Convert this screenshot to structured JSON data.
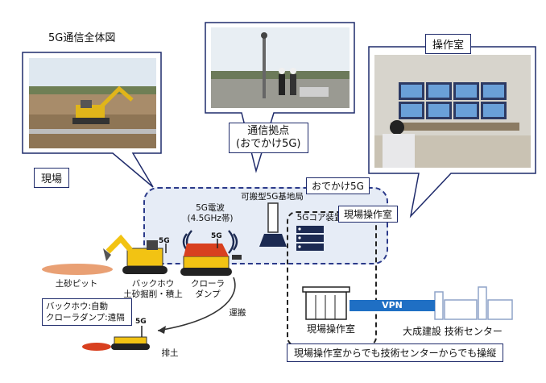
{
  "title": "5G通信全体図",
  "callouts": {
    "site": "現場",
    "hub": "通信拠点\n(おでかけ5G)",
    "control_room": "操作室"
  },
  "network": {
    "radio_label": "5G電波\n(4.5GHz帯)",
    "base_station": "可搬型5G基地局",
    "odekake": "おでかけ5G",
    "core": "5Gコア装置",
    "site_control_box": "現場操作室",
    "badge_5g": "5G"
  },
  "machines": {
    "soil_pit": "土砂ピット",
    "backhoe": "バックホウ\n土砂掘削・積上",
    "crawler": "クローラ\nダンプ",
    "transport": "運搬",
    "dump": "排土"
  },
  "mode_box": "バックホウ:自動\nクローラダンプ:遠隔",
  "facility": {
    "site_room": "現場操作室",
    "vpn": "VPN",
    "center": "大成建設 技術センター"
  },
  "bottom_note": "現場操作室からでも技術センターからでも操縦",
  "colors": {
    "accent": "#1f2b6b",
    "zone_fill": "#e6ecf6",
    "vpn": "#1f6fc4",
    "machine_yellow": "#f2c313",
    "dump_red": "#d8401f"
  }
}
